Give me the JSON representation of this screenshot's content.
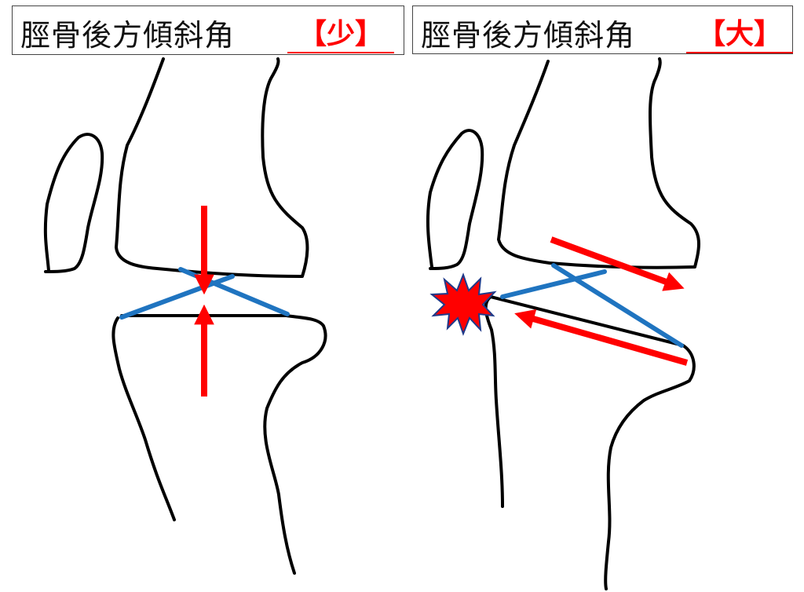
{
  "panels": [
    {
      "title": "脛骨後方傾斜角",
      "tag": "【少】"
    },
    {
      "title": "脛骨後方傾斜角",
      "tag": "【大】"
    }
  ],
  "colors": {
    "arrow": "#ff0000",
    "line": "#1f74c0",
    "impact": "#ff0000",
    "impact_outline": "#1f3a8a"
  }
}
